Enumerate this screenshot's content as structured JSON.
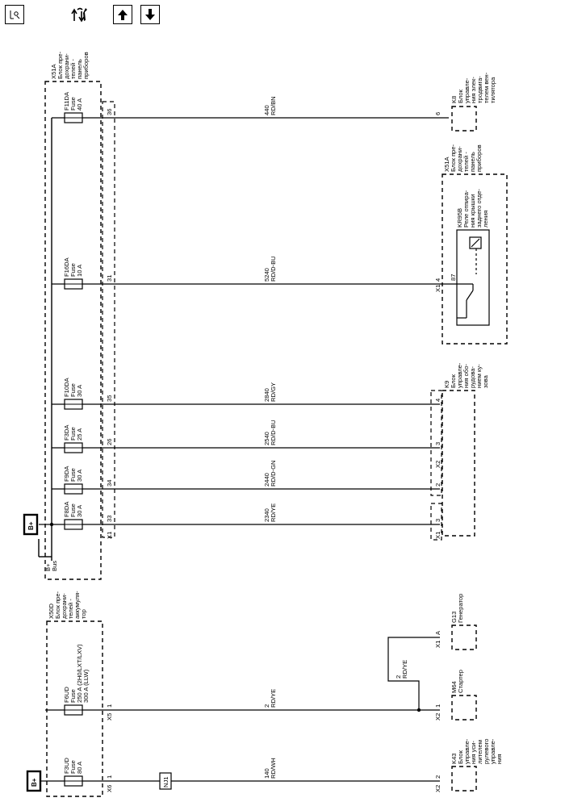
{
  "toolbar": {
    "legend_icon": "legend-icon",
    "connectivity_icon": "connectivity-tool-icon",
    "up_icon": "arrow-up-icon",
    "down_icon": "arrow-down-icon"
  },
  "x51a_top": [
    "X51A",
    "Блок пре-",
    "дохрани-",
    "телей -",
    "панель",
    "приборов"
  ],
  "x50d": [
    "X50D",
    "Блок пре-",
    "дохрани-",
    "телей -",
    "аккумуля-",
    "тор"
  ],
  "bplus": "B+",
  "bus": [
    "B+",
    "Bus"
  ],
  "fuses": [
    {
      "id": "f11da",
      "lines": [
        "F11DA",
        "Fuse",
        "40 A"
      ],
      "pin": "36"
    },
    {
      "id": "f16da",
      "lines": [
        "F16DA",
        "Fuse",
        "10 A"
      ],
      "pin": "31"
    },
    {
      "id": "f10da",
      "lines": [
        "F10DA",
        "Fuse",
        "30 A"
      ],
      "pin": "35"
    },
    {
      "id": "f3da",
      "lines": [
        "F3DA",
        "Fuse",
        "25 A"
      ],
      "pin": "26"
    },
    {
      "id": "f9da",
      "lines": [
        "F9DA",
        "Fuse",
        "30 A"
      ],
      "pin": "34"
    },
    {
      "id": "f8da",
      "lines": [
        "F8DA",
        "Fuse",
        "30 A"
      ],
      "pin": "33"
    },
    {
      "id": "f6ud",
      "lines": [
        "F6UD",
        "Fuse",
        "250 A (2H0/LXT/LXV)",
        "300 A (LLW)"
      ],
      "pin": "1"
    },
    {
      "id": "f3ud",
      "lines": [
        "F3UD",
        "Fuse",
        "80 A"
      ],
      "pin": "1"
    }
  ],
  "wires": [
    {
      "id": "w440",
      "lines": [
        "440",
        "RD/BN"
      ]
    },
    {
      "id": "w5240",
      "lines": [
        "5240",
        "RD/D-BU"
      ]
    },
    {
      "id": "w2840",
      "lines": [
        "2840",
        "RD/GY"
      ]
    },
    {
      "id": "w2540",
      "lines": [
        "2540",
        "RD/D-BU"
      ]
    },
    {
      "id": "w2440",
      "lines": [
        "2440",
        "RD/D-GN"
      ]
    },
    {
      "id": "w2340",
      "lines": [
        "2340",
        "RD/YE"
      ]
    },
    {
      "id": "w2a",
      "lines": [
        "2",
        "RD/YE"
      ]
    },
    {
      "id": "w2b",
      "lines": [
        "2",
        "RD/YE"
      ]
    },
    {
      "id": "w140",
      "lines": [
        "140",
        "RD/WH"
      ]
    }
  ],
  "connectors": {
    "x1": "X1",
    "x2": "X2",
    "x5": "X5",
    "x6": "X6"
  },
  "right_pins": {
    "k8": "6",
    "kr": "4",
    "kr_relay": "87",
    "k9a": "4",
    "k9b": "3",
    "k9c": "2",
    "k9d": "3",
    "g13": "A",
    "m64": "1",
    "k43": "2"
  },
  "k8": [
    "K8",
    "Блок",
    "управле-",
    "ния элек-",
    "тродвига-",
    "телем вен-",
    "тилятора"
  ],
  "x51a_right": [
    "X51A",
    "Блок пре-",
    "дохрани-",
    "телей -",
    "панель",
    "приборов"
  ],
  "kr95b": [
    "KR95B",
    "Реле отпира-",
    "ния крышки",
    "заднего отде-",
    "ления"
  ],
  "k9": [
    "K9",
    "Блок",
    "управле-",
    "ния обо-",
    "рудова-",
    "нием ку-",
    "зова"
  ],
  "g13": [
    "G13",
    "Генератор"
  ],
  "m64": [
    "M64",
    "Стартер"
  ],
  "k43": [
    "K43",
    "Блок",
    "управле-",
    "ния уси-",
    "лителем",
    "рулевого",
    "управле-",
    "ния"
  ],
  "splice": "NJ1"
}
